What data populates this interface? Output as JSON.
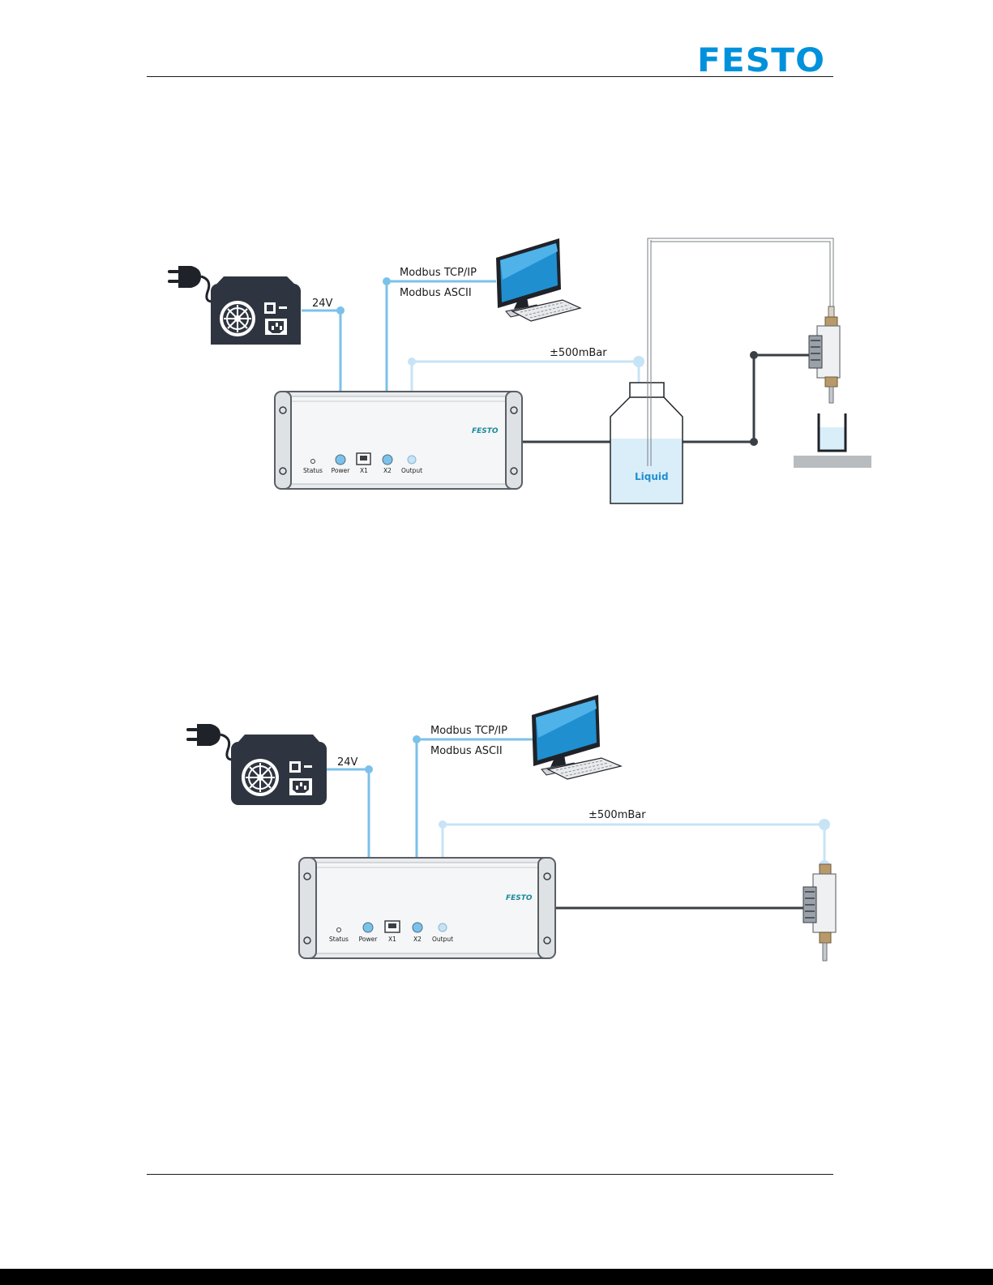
{
  "header": {
    "brand": "FESTO"
  },
  "diagram_top": {
    "power_label": "24V",
    "comm_label_1": "Modbus TCP/IP",
    "comm_label_2": "Modbus ASCII",
    "pressure_label": "±500mBar",
    "liquid_label": "Liquid",
    "controller_brand": "FESTO",
    "ports": [
      "Status",
      "Power",
      "X1",
      "X2",
      "Output"
    ]
  },
  "diagram_bottom": {
    "power_label": "24V",
    "comm_label_1": "Modbus TCP/IP",
    "comm_label_2": "Modbus ASCII",
    "pressure_label": "±500mBar",
    "controller_brand": "FESTO",
    "ports": [
      "Status",
      "Power",
      "X1",
      "X2",
      "Output"
    ]
  },
  "colors": {
    "festo_blue": "#0091dc",
    "signal_blue": "#7cc1ea",
    "pressure_light_blue": "#c7e3f6",
    "cable_dark": "#3a3f45",
    "psu_dark": "#2f3540"
  }
}
